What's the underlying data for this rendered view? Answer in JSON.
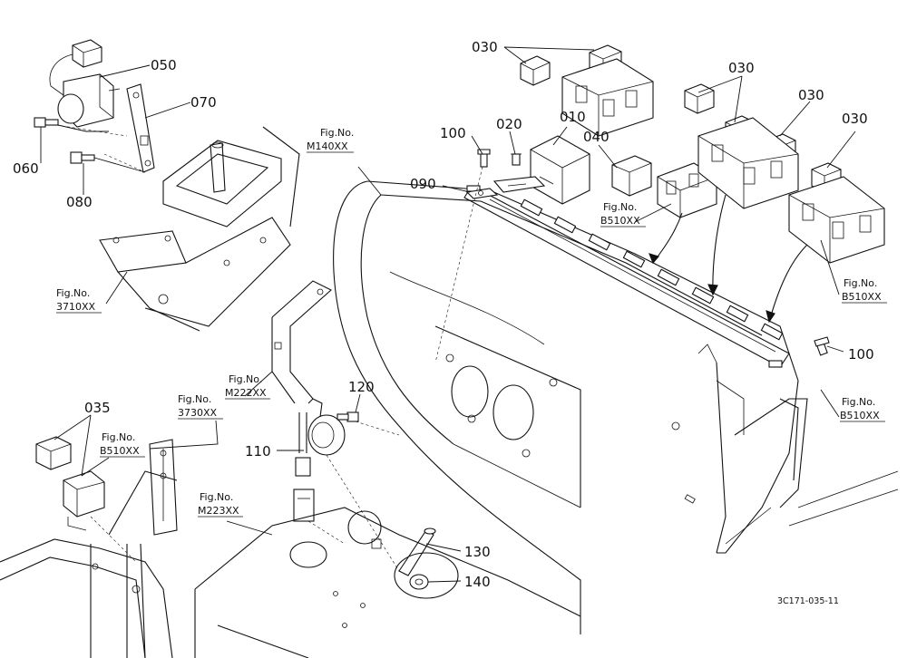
{
  "diagram": {
    "drawing_code": "3C171-035-11",
    "callouts": [
      {
        "id": "c030a",
        "label": "030"
      },
      {
        "id": "c030b",
        "label": "030"
      },
      {
        "id": "c030c",
        "label": "030"
      },
      {
        "id": "c030d",
        "label": "030"
      },
      {
        "id": "c050",
        "label": "050"
      },
      {
        "id": "c070",
        "label": "070"
      },
      {
        "id": "c060",
        "label": "060"
      },
      {
        "id": "c080",
        "label": "080"
      },
      {
        "id": "c010",
        "label": "010"
      },
      {
        "id": "c020",
        "label": "020"
      },
      {
        "id": "c100a",
        "label": "100"
      },
      {
        "id": "c090",
        "label": "090"
      },
      {
        "id": "c040",
        "label": "040"
      },
      {
        "id": "c100b",
        "label": "100"
      },
      {
        "id": "c035",
        "label": "035"
      },
      {
        "id": "c120",
        "label": "120"
      },
      {
        "id": "c110",
        "label": "110"
      },
      {
        "id": "c130",
        "label": "130"
      },
      {
        "id": "c140",
        "label": "140"
      }
    ],
    "fig_refs": [
      {
        "id": "f_m140",
        "line1": "Fig.No.",
        "line2": "M140XX"
      },
      {
        "id": "f_3710",
        "line1": "Fig.No.",
        "line2": "3710XX"
      },
      {
        "id": "f_b510a",
        "line1": "Fig.No.",
        "line2": "B510XX"
      },
      {
        "id": "f_b510b",
        "line1": "Fig.No.",
        "line2": "B510XX"
      },
      {
        "id": "f_b510c",
        "line1": "Fig.No.",
        "line2": "B510XX"
      },
      {
        "id": "f_b510d",
        "line1": "Fig.No.",
        "line2": "B510XX"
      },
      {
        "id": "f_m222",
        "line1": "Fig.No.",
        "line2": "M222XX"
      },
      {
        "id": "f_3730",
        "line1": "Fig.No.",
        "line2": "3730XX"
      },
      {
        "id": "f_m223",
        "line1": "Fig.No.",
        "line2": "M223XX"
      }
    ]
  }
}
